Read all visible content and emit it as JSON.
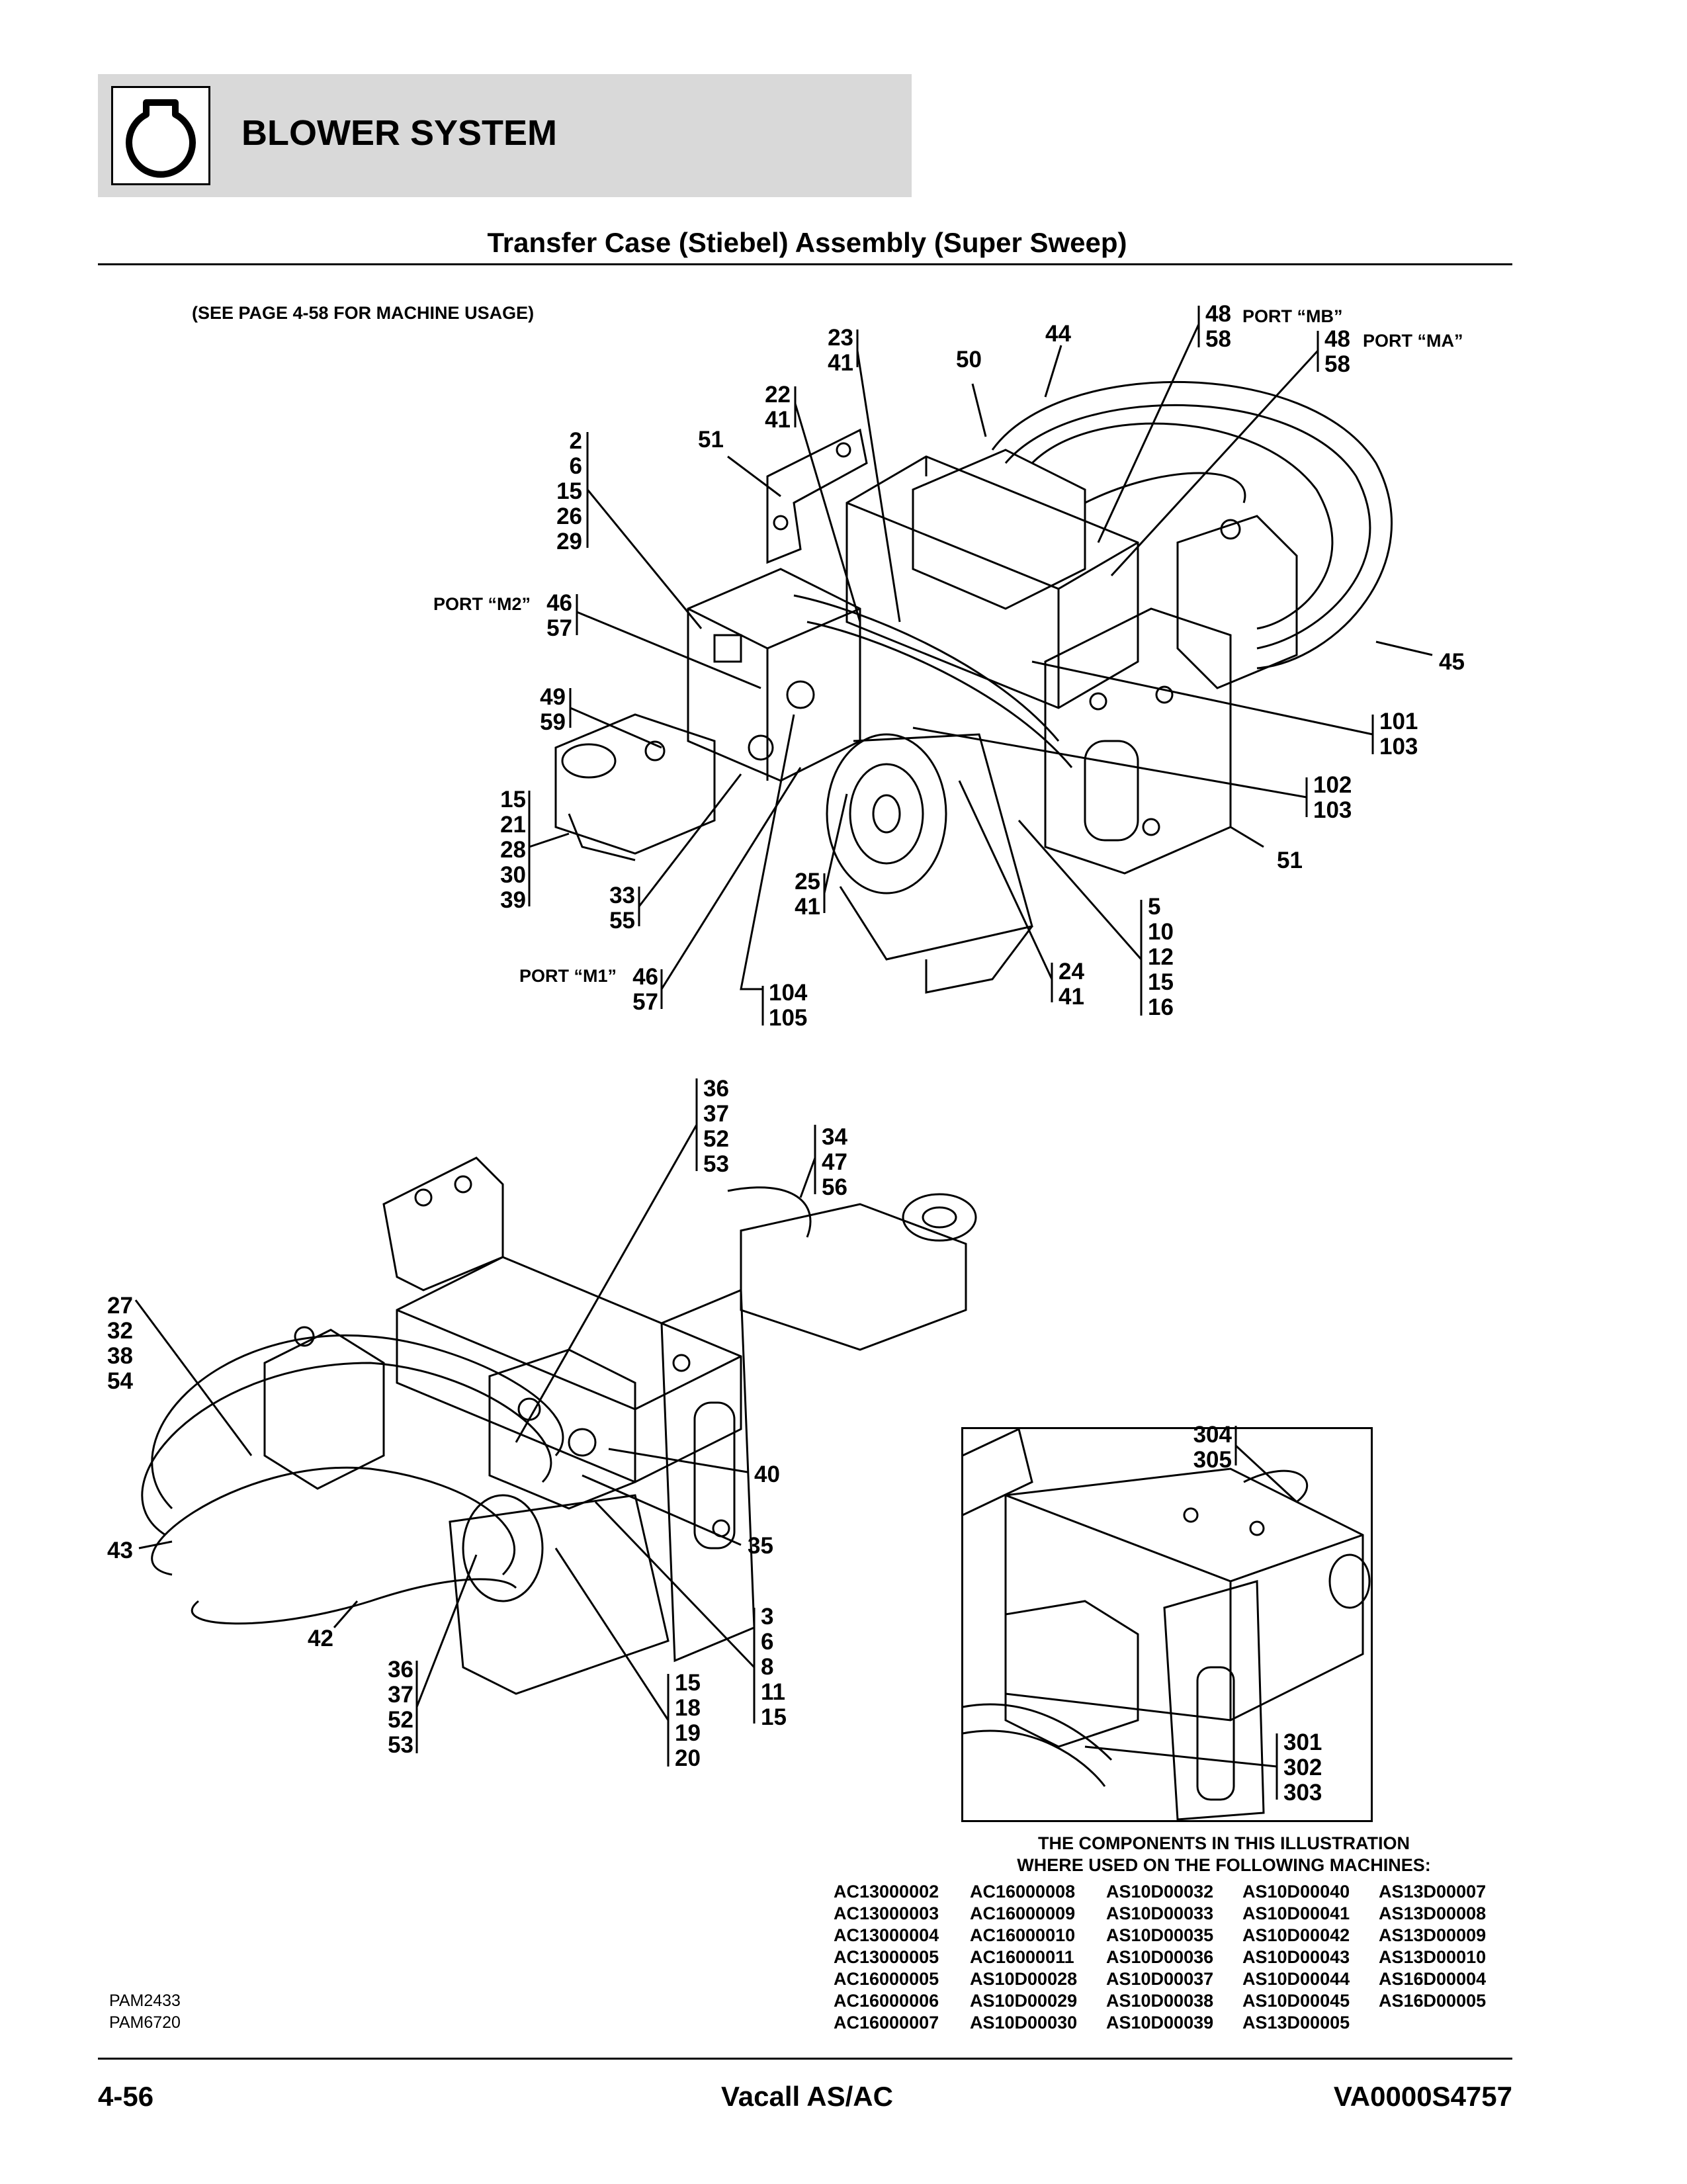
{
  "header": {
    "section_title": "BLOWER SYSTEM",
    "icon": "blower-icon"
  },
  "subtitle": "Transfer Case (Stiebel) Assembly (Super Sweep)",
  "note": "(SEE PAGE 4-58 FOR MACHINE USAGE)",
  "callouts_top": {
    "c23_41": [
      "23",
      "41"
    ],
    "c22_41": [
      "22",
      "41"
    ],
    "c50": "50",
    "c44": "44",
    "c48_58_mb": [
      "48",
      "58"
    ],
    "port_mb": "PORT “MB”",
    "c48_58_ma": [
      "48",
      "58"
    ],
    "port_ma": "PORT “MA”",
    "c51_top": "51",
    "c2_list": [
      "2",
      "6",
      "15",
      "26",
      "29"
    ],
    "port_m2": "PORT “M2”",
    "c46_57_m2": [
      "46",
      "57"
    ],
    "c49_59": [
      "49",
      "59"
    ],
    "c15_list": [
      "15",
      "21",
      "28",
      "30",
      "39"
    ],
    "c33_55": [
      "33",
      "55"
    ],
    "port_m1": "PORT “M1”",
    "c46_57_m1": [
      "46",
      "57"
    ],
    "c104_105": [
      "104",
      "105"
    ],
    "c25_41": [
      "25",
      "41"
    ],
    "c24_41": [
      "24",
      "41"
    ],
    "c5_list": [
      "5",
      "10",
      "12",
      "15",
      "16"
    ],
    "c51_right": "51",
    "c102_103": [
      "102",
      "103"
    ],
    "c101_103": [
      "101",
      "103"
    ],
    "c45": "45"
  },
  "callouts_bottom": {
    "c36_top": [
      "36",
      "37",
      "52",
      "53"
    ],
    "c34_list": [
      "34",
      "47",
      "56"
    ],
    "c27_list": [
      "27",
      "32",
      "38",
      "54"
    ],
    "c40": "40",
    "c35": "35",
    "c43": "43",
    "c42": "42",
    "c36_bottom": [
      "36",
      "37",
      "52",
      "53"
    ],
    "c15_18": [
      "15",
      "18",
      "19",
      "20"
    ],
    "c3_list": [
      "3",
      "6",
      "8",
      "11",
      "15"
    ]
  },
  "inset": {
    "c304_305": [
      "304",
      "305"
    ],
    "c301_list": [
      "301",
      "302",
      "303"
    ]
  },
  "usage_caption": [
    "THE COMPONENTS IN THIS ILLUSTRATION",
    "WHERE USED ON THE FOLLOWING MACHINES:"
  ],
  "serial_numbers": [
    [
      "AC13000002",
      "AC16000008",
      "AS10D00032",
      "AS10D00040",
      "AS13D00007"
    ],
    [
      "AC13000003",
      "AC16000009",
      "AS10D00033",
      "AS10D00041",
      "AS13D00008"
    ],
    [
      "AC13000004",
      "AC16000010",
      "AS10D00035",
      "AS10D00042",
      "AS13D00009"
    ],
    [
      "AC13000005",
      "AC16000011",
      "AS10D00036",
      "AS10D00043",
      "AS13D00010"
    ],
    [
      "AC16000005",
      "AS10D00028",
      "AS10D00037",
      "AS10D00044",
      "AS16D00004"
    ],
    [
      "AC16000006",
      "AS10D00029",
      "AS10D00038",
      "AS10D00045",
      "AS16D00005"
    ],
    [
      "AC16000007",
      "AS10D00030",
      "AS10D00039",
      "AS13D00005",
      ""
    ]
  ],
  "pam_codes": [
    "PAM2433",
    "PAM6720"
  ],
  "footer": {
    "page": "4-56",
    "product": "Vacall AS/AC",
    "doc_id": "VA0000S4757"
  }
}
